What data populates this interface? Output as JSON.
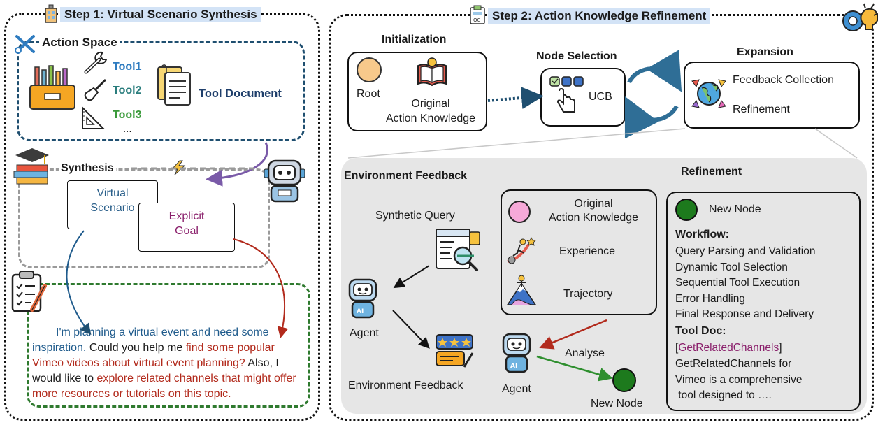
{
  "step1": {
    "title": "Step 1: Virtual Scenario Synthesis",
    "action_space": "Action Space",
    "tools": [
      "Tool1",
      "Tool2",
      "Tool3"
    ],
    "tools_more": "...",
    "tool_document": "Tool Document",
    "synthesis": "Synthesis",
    "virtual_scenario_l1": "Virtual",
    "virtual_scenario_l2": "Scenario",
    "explicit_goal_l1": "Explicit",
    "explicit_goal_l2": "Goal",
    "query": {
      "p1": "I'm planning a virtual event and need some inspiration.",
      "p2": " Could you help me ",
      "p3": "find some popular Vimeo videos about virtual event planning?",
      "p4": " Also, I would like to ",
      "p5": "explore related channels that might offer more resources or tutorials on this topic."
    }
  },
  "step2": {
    "title": "Step 2: Action Knowledge Refinement",
    "initialization": "Initialization",
    "root": "Root",
    "original_ak_l1": "Original",
    "original_ak_l2": "Action Knowledge",
    "node_selection": "Node Selection",
    "ucb": "UCB",
    "expansion": "Expansion",
    "feedback_collection": "Feedback Collection",
    "refinement_small": "Refinement",
    "environment_feedback_title": "Environment Feedback",
    "refinement_title": "Refinement",
    "synthetic_query": "Synthetic Query",
    "agent": "Agent",
    "environment_feedback": "Environment Feedback",
    "agent2": "Agent",
    "analyse": "Analyse",
    "new_node": "New Node",
    "ref_original_l1": "Original",
    "ref_original_l2": "Action Knowledge",
    "experience": "Experience",
    "trajectory": "Trajectory",
    "new_node_title": "New Node",
    "workflow_label": "Workflow:",
    "workflow": [
      "Query Parsing and Validation",
      "Dynamic Tool Selection",
      "Sequential Tool Execution",
      "Error Handling",
      "Final Response and Delivery"
    ],
    "tool_doc_label": "Tool Doc:",
    "tool_doc_name": "GetRelatedChannels",
    "tool_doc_lines": [
      "GetRelatedChannels for",
      "Vimeo is a comprehensive",
      " tool designed to …."
    ]
  },
  "colors": {
    "title_bg": "#d3e3f6",
    "tool_blue": "#2f7cc0",
    "tool_teal": "#2a7d7d",
    "tool_green": "#3a9a3a",
    "dark_blue_dash": "#1f4f70",
    "green_dash": "#2f7a2f",
    "red": "#b22a1c",
    "purple": "#8a1f6b",
    "root_fill": "#f7c98b",
    "pink_node": "#f6a9d8",
    "green_node": "#1d7a1d",
    "gray_area": "#e6e6e6",
    "cycle_blue": "#2f6e96"
  }
}
